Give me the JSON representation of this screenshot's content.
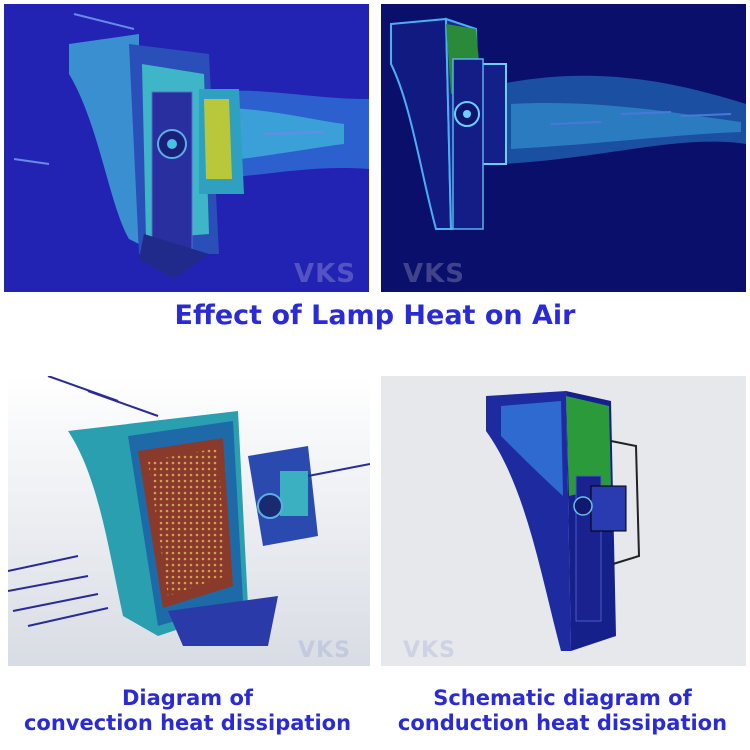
{
  "watermark": "VKS",
  "top_heading": "Effect of Lamp Heat on Air",
  "captions": {
    "convection_line1": "Diagram of",
    "convection_line2": "convection heat dissipation",
    "conduction_line1": "Schematic diagram of",
    "conduction_line2": "conduction heat dissipation"
  },
  "colors": {
    "caption_blue": "#2b2bd6",
    "sim_bg_blue": "#2323b3",
    "sim_bg_dark": "#0a0f6b",
    "light_bg": "#e6e8ec"
  }
}
